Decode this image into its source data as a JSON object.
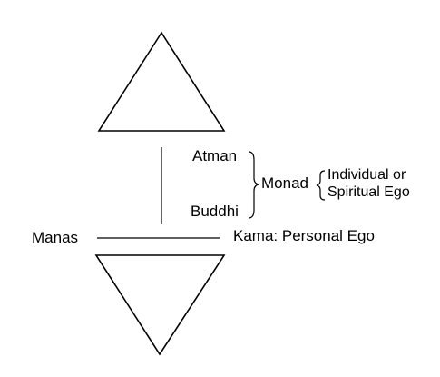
{
  "labels": {
    "atman": "Atman",
    "buddhi": "Buddhi",
    "monad": "Monad",
    "individual_line1": "Individual or",
    "individual_line2": "Spiritual Ego",
    "manas": "Manas",
    "kama": "Kama: Personal Ego"
  },
  "colors": {
    "stroke": "#000000",
    "background": "#ffffff"
  }
}
